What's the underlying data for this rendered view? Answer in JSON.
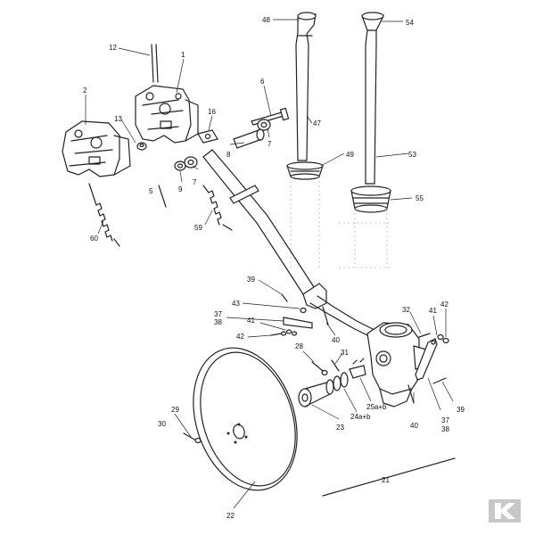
{
  "callouts": {
    "p1": "1",
    "p2": "2",
    "p5": "5",
    "p6": "6",
    "p7a": "7",
    "p7b": "7",
    "p8": "8",
    "p9": "9",
    "p12": "12",
    "p13": "13",
    "p16": "16",
    "p21": "21",
    "p22": "22",
    "p23": "23",
    "p24": "24a+b",
    "p25": "25a+b",
    "p28": "28",
    "p29": "29",
    "p30": "30",
    "p31": "31",
    "p32": "32",
    "p37a": "37",
    "p38a": "38",
    "p37b": "37",
    "p38b": "38",
    "p39a": "39",
    "p39b": "39",
    "p40a": "40",
    "p40b": "40",
    "p41a": "41",
    "p41b": "41",
    "p42a": "42",
    "p42b": "42",
    "p43": "43",
    "p47": "47",
    "p48": "48",
    "p49": "49",
    "p53": "53",
    "p54": "54",
    "p55": "55",
    "p59": "59",
    "p60": "60"
  },
  "colors": {
    "ink": "#222222",
    "paper": "#ffffff",
    "logo": "#c8c8c8"
  },
  "logo": {
    "icon": "k-logo-icon"
  }
}
